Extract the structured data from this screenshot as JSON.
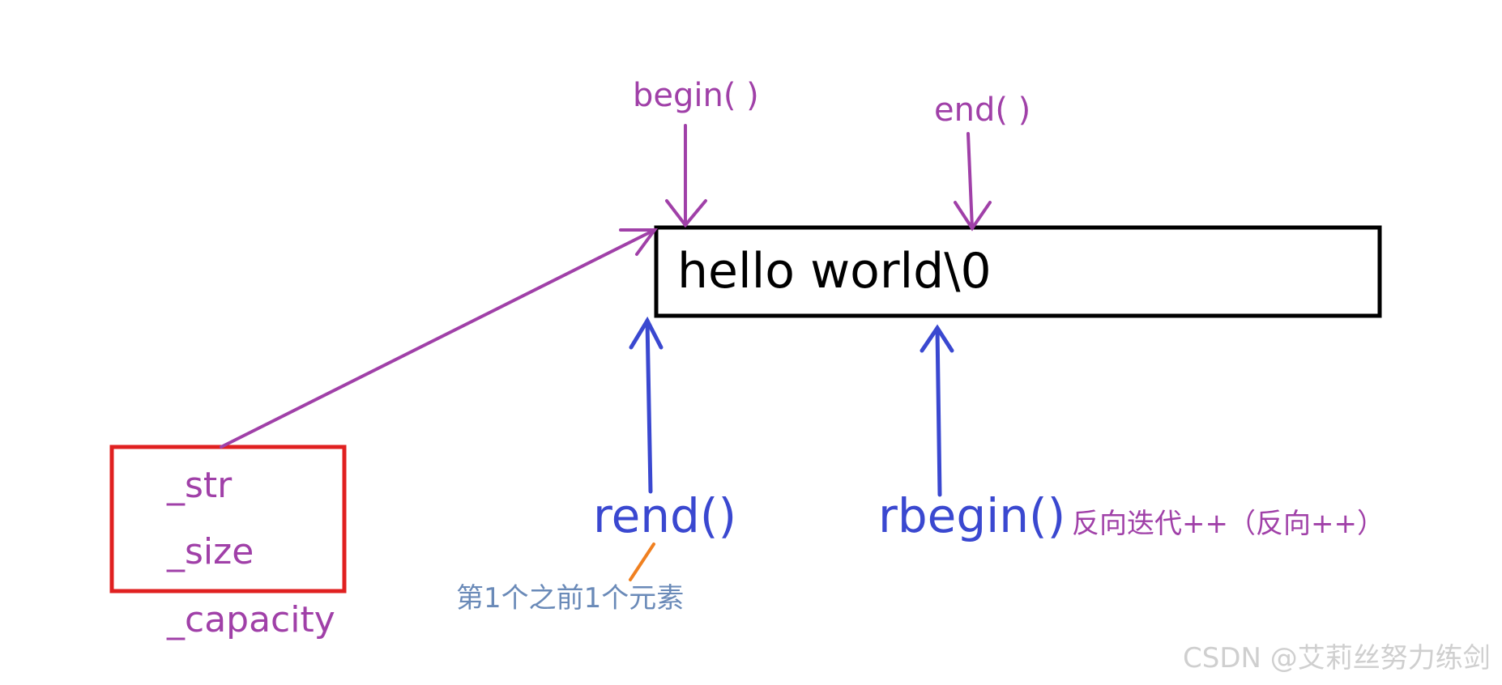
{
  "buffer": {
    "text": "hello  world\\0"
  },
  "struct_fields": [
    "_str",
    "_size",
    "_capacity"
  ],
  "labels": {
    "begin": "begin( )",
    "end": "end( )",
    "rend": "rend()",
    "rbegin": "rbegin()",
    "rbegin_note": "反向迭代++（反向++）",
    "rend_note": "第1个之前1个元素"
  },
  "watermark": "CSDN @艾莉丝努力练剑",
  "colors": {
    "purple": "#a040a8",
    "blue": "#3a48d0",
    "red": "#e02020",
    "orange": "#f08020",
    "note_gray_blue": "#6a8ab8"
  }
}
